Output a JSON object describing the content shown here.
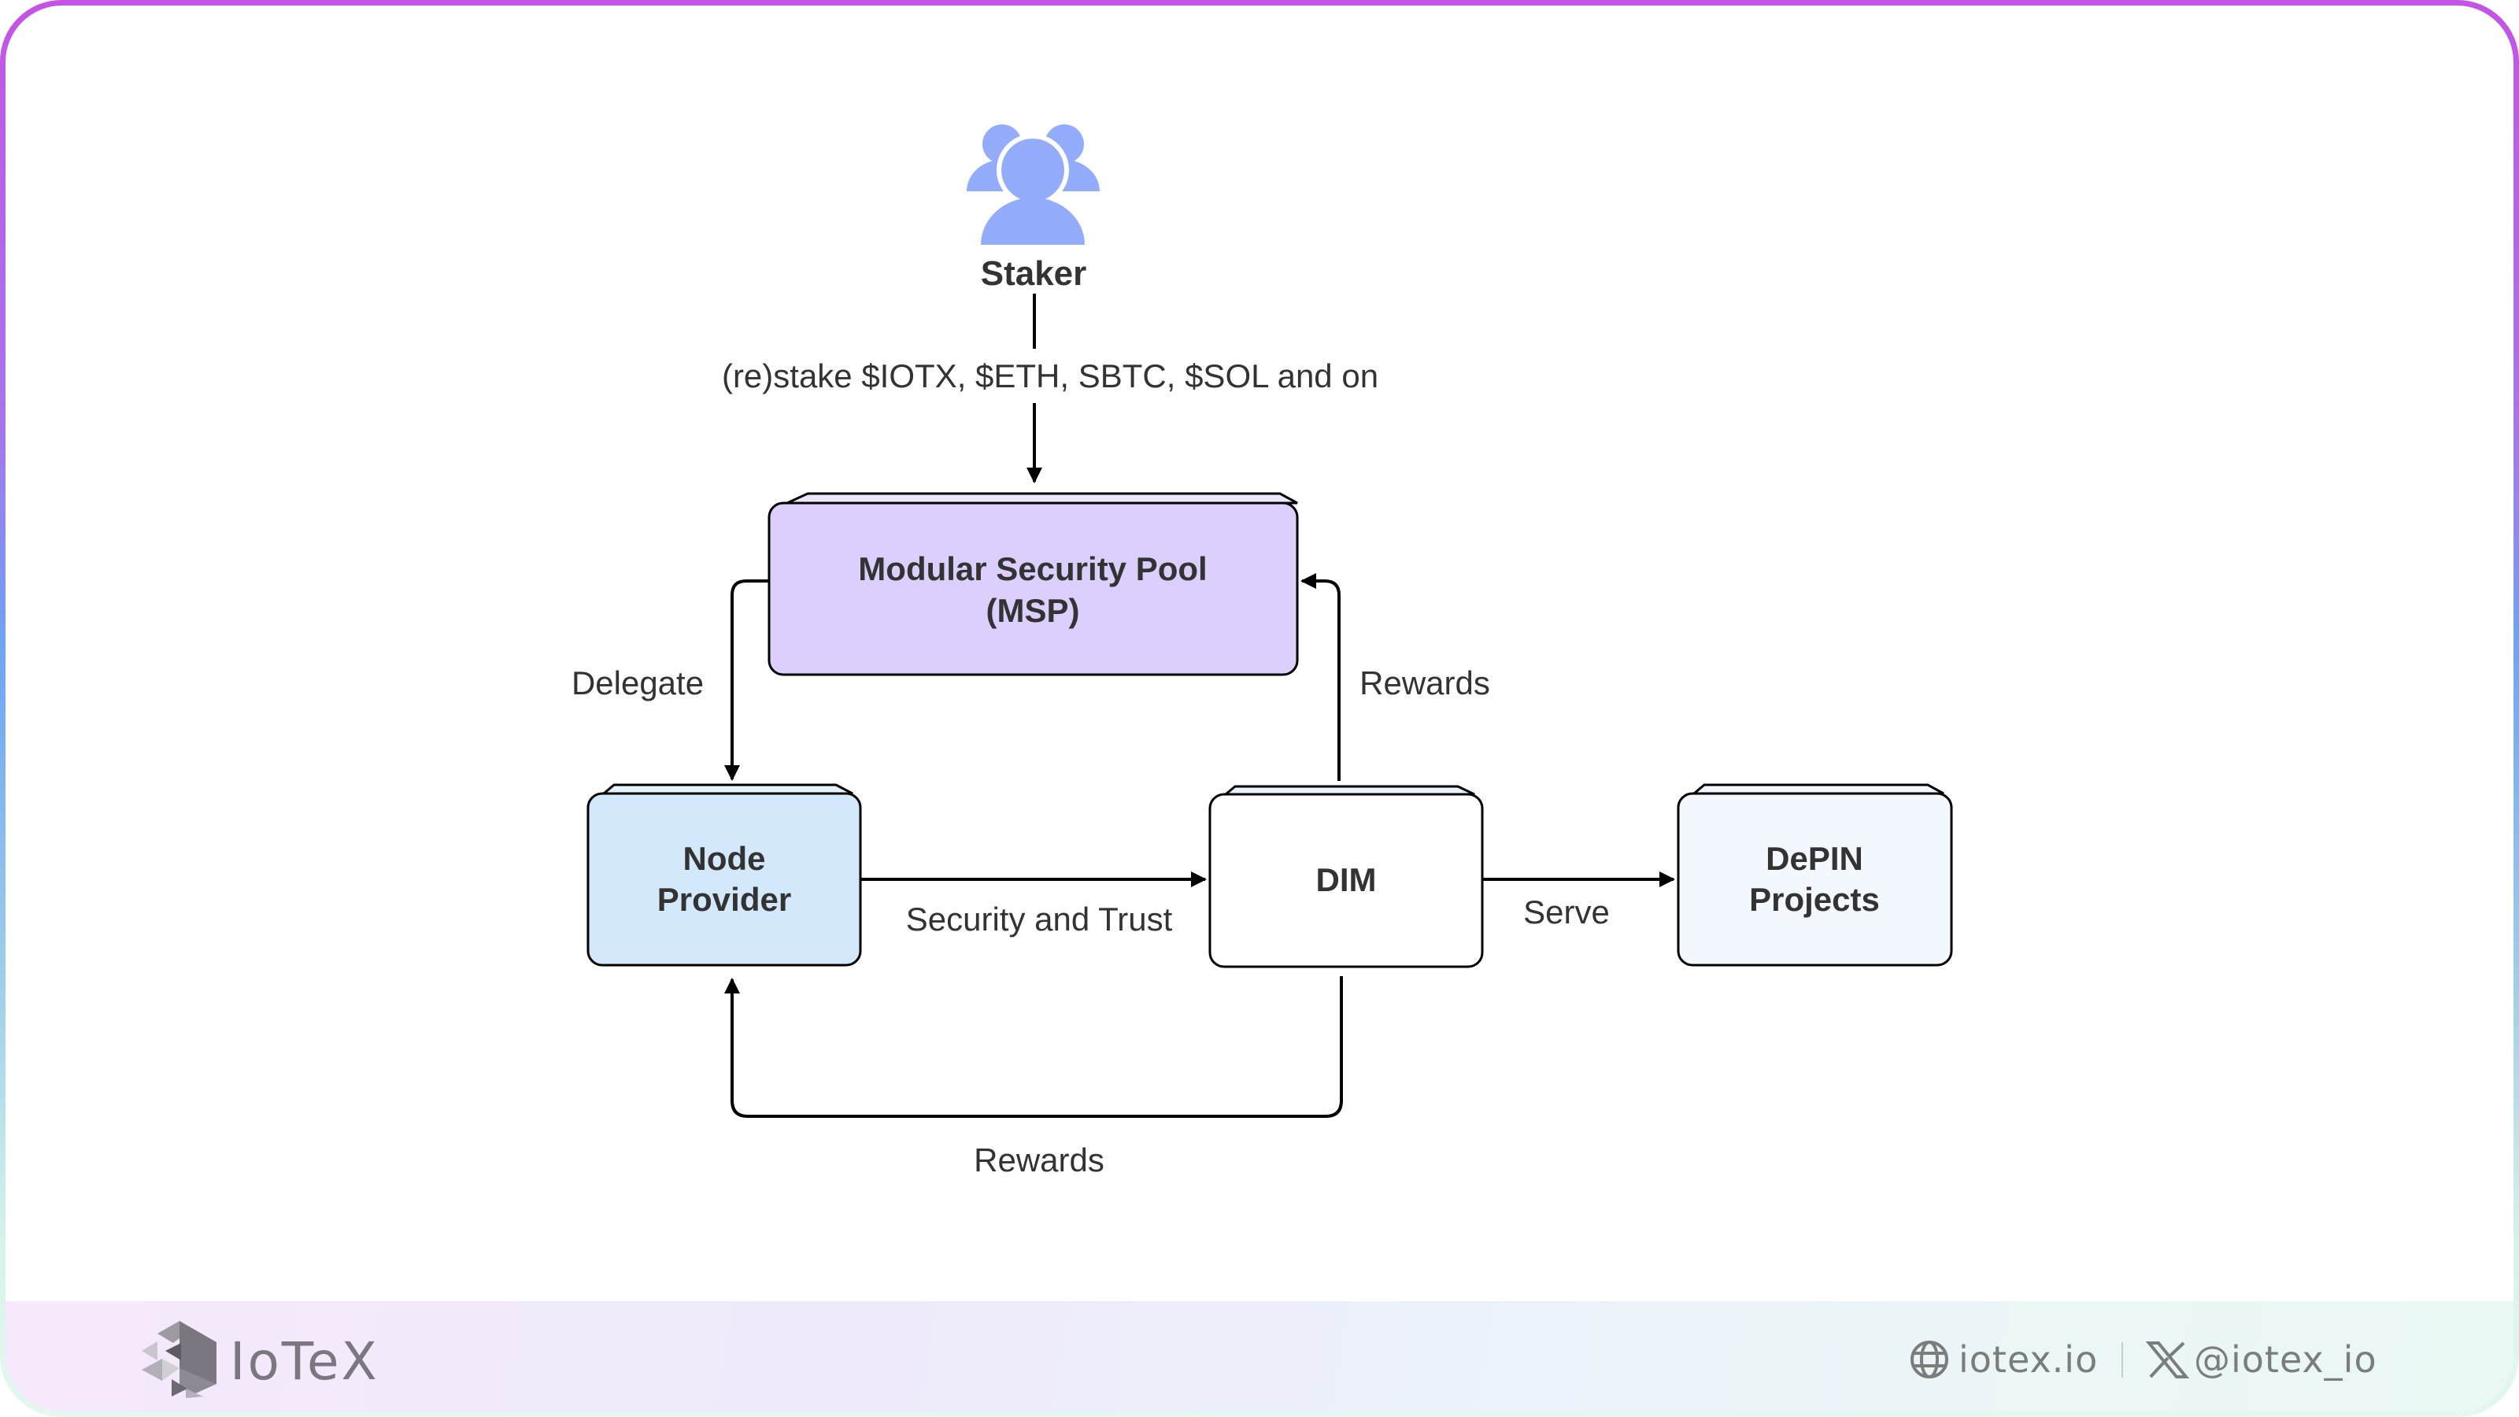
{
  "diagram": {
    "nodes": {
      "staker": {
        "label": "Staker",
        "icon": "users-group-icon"
      },
      "msp": {
        "line1": "Modular Security Pool",
        "line2": "(MSP)"
      },
      "node_provider": {
        "line1": "Node",
        "line2": "Provider"
      },
      "dim": {
        "label": "DIM"
      },
      "depin": {
        "line1": "DePIN",
        "line2": "Projects"
      }
    },
    "edges": {
      "stake": "(re)stake $IOTX, $ETH, SBTC, $SOL and on",
      "delegate": "Delegate",
      "rewards_msp": "Rewards",
      "security": "Security and Trust",
      "serve": "Serve",
      "rewards_node": "Rewards"
    }
  },
  "footer": {
    "brand": "IoTeX",
    "website": "iotex.io",
    "twitter": "@iotex_io",
    "website_icon": "globe-icon",
    "twitter_icon": "x-logo-icon"
  },
  "colors": {
    "staker_icon": "#93acfb",
    "msp_fill": "#dccffd",
    "node_fill": "#d4e8fc",
    "depin_fill": "#f3f8fe",
    "text": "#333333",
    "footer_text": "#7a7d7c"
  }
}
